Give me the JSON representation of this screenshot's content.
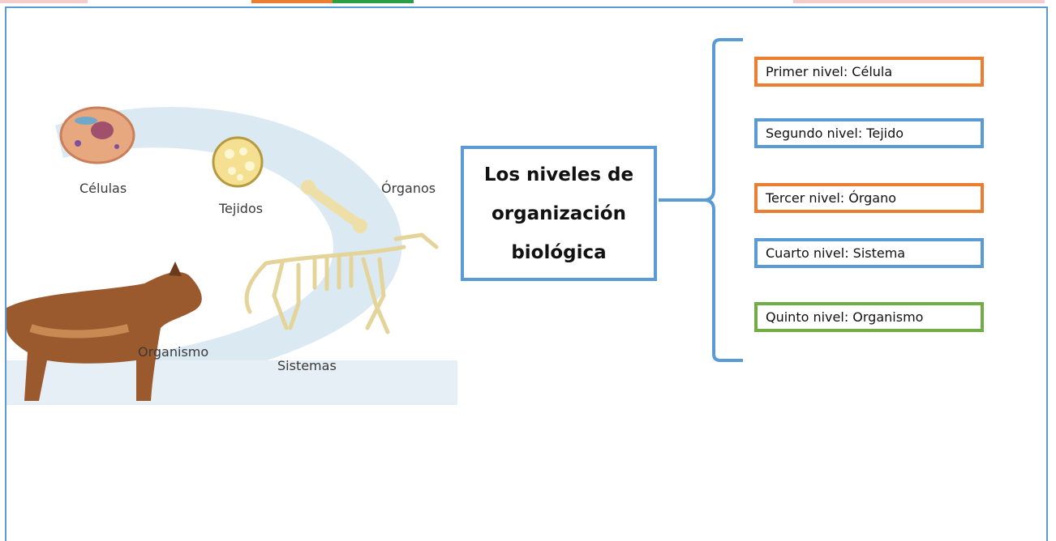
{
  "diagram": {
    "title_lines": [
      "Los niveles de",
      "organización",
      "biológica"
    ],
    "illustration_labels": {
      "cells": "Células",
      "tissues": "Tejidos",
      "organs": "Órganos",
      "organism": "Organismo",
      "systems": "Sistemas"
    },
    "levels": [
      {
        "text": "Primer nivel: Célula",
        "color": "orange"
      },
      {
        "text": "Segundo nivel: Tejido",
        "color": "blue"
      },
      {
        "text": "Tercer nivel: Órgano",
        "color": "orange"
      },
      {
        "text": "Cuarto nivel: Sistema",
        "color": "blue"
      },
      {
        "text": "Quinto nivel: Organismo",
        "color": "green"
      }
    ]
  },
  "colors": {
    "frame": "#5b9bd5",
    "orange": "#ed7d31",
    "blue": "#5b9bd5",
    "green": "#70ad47"
  }
}
